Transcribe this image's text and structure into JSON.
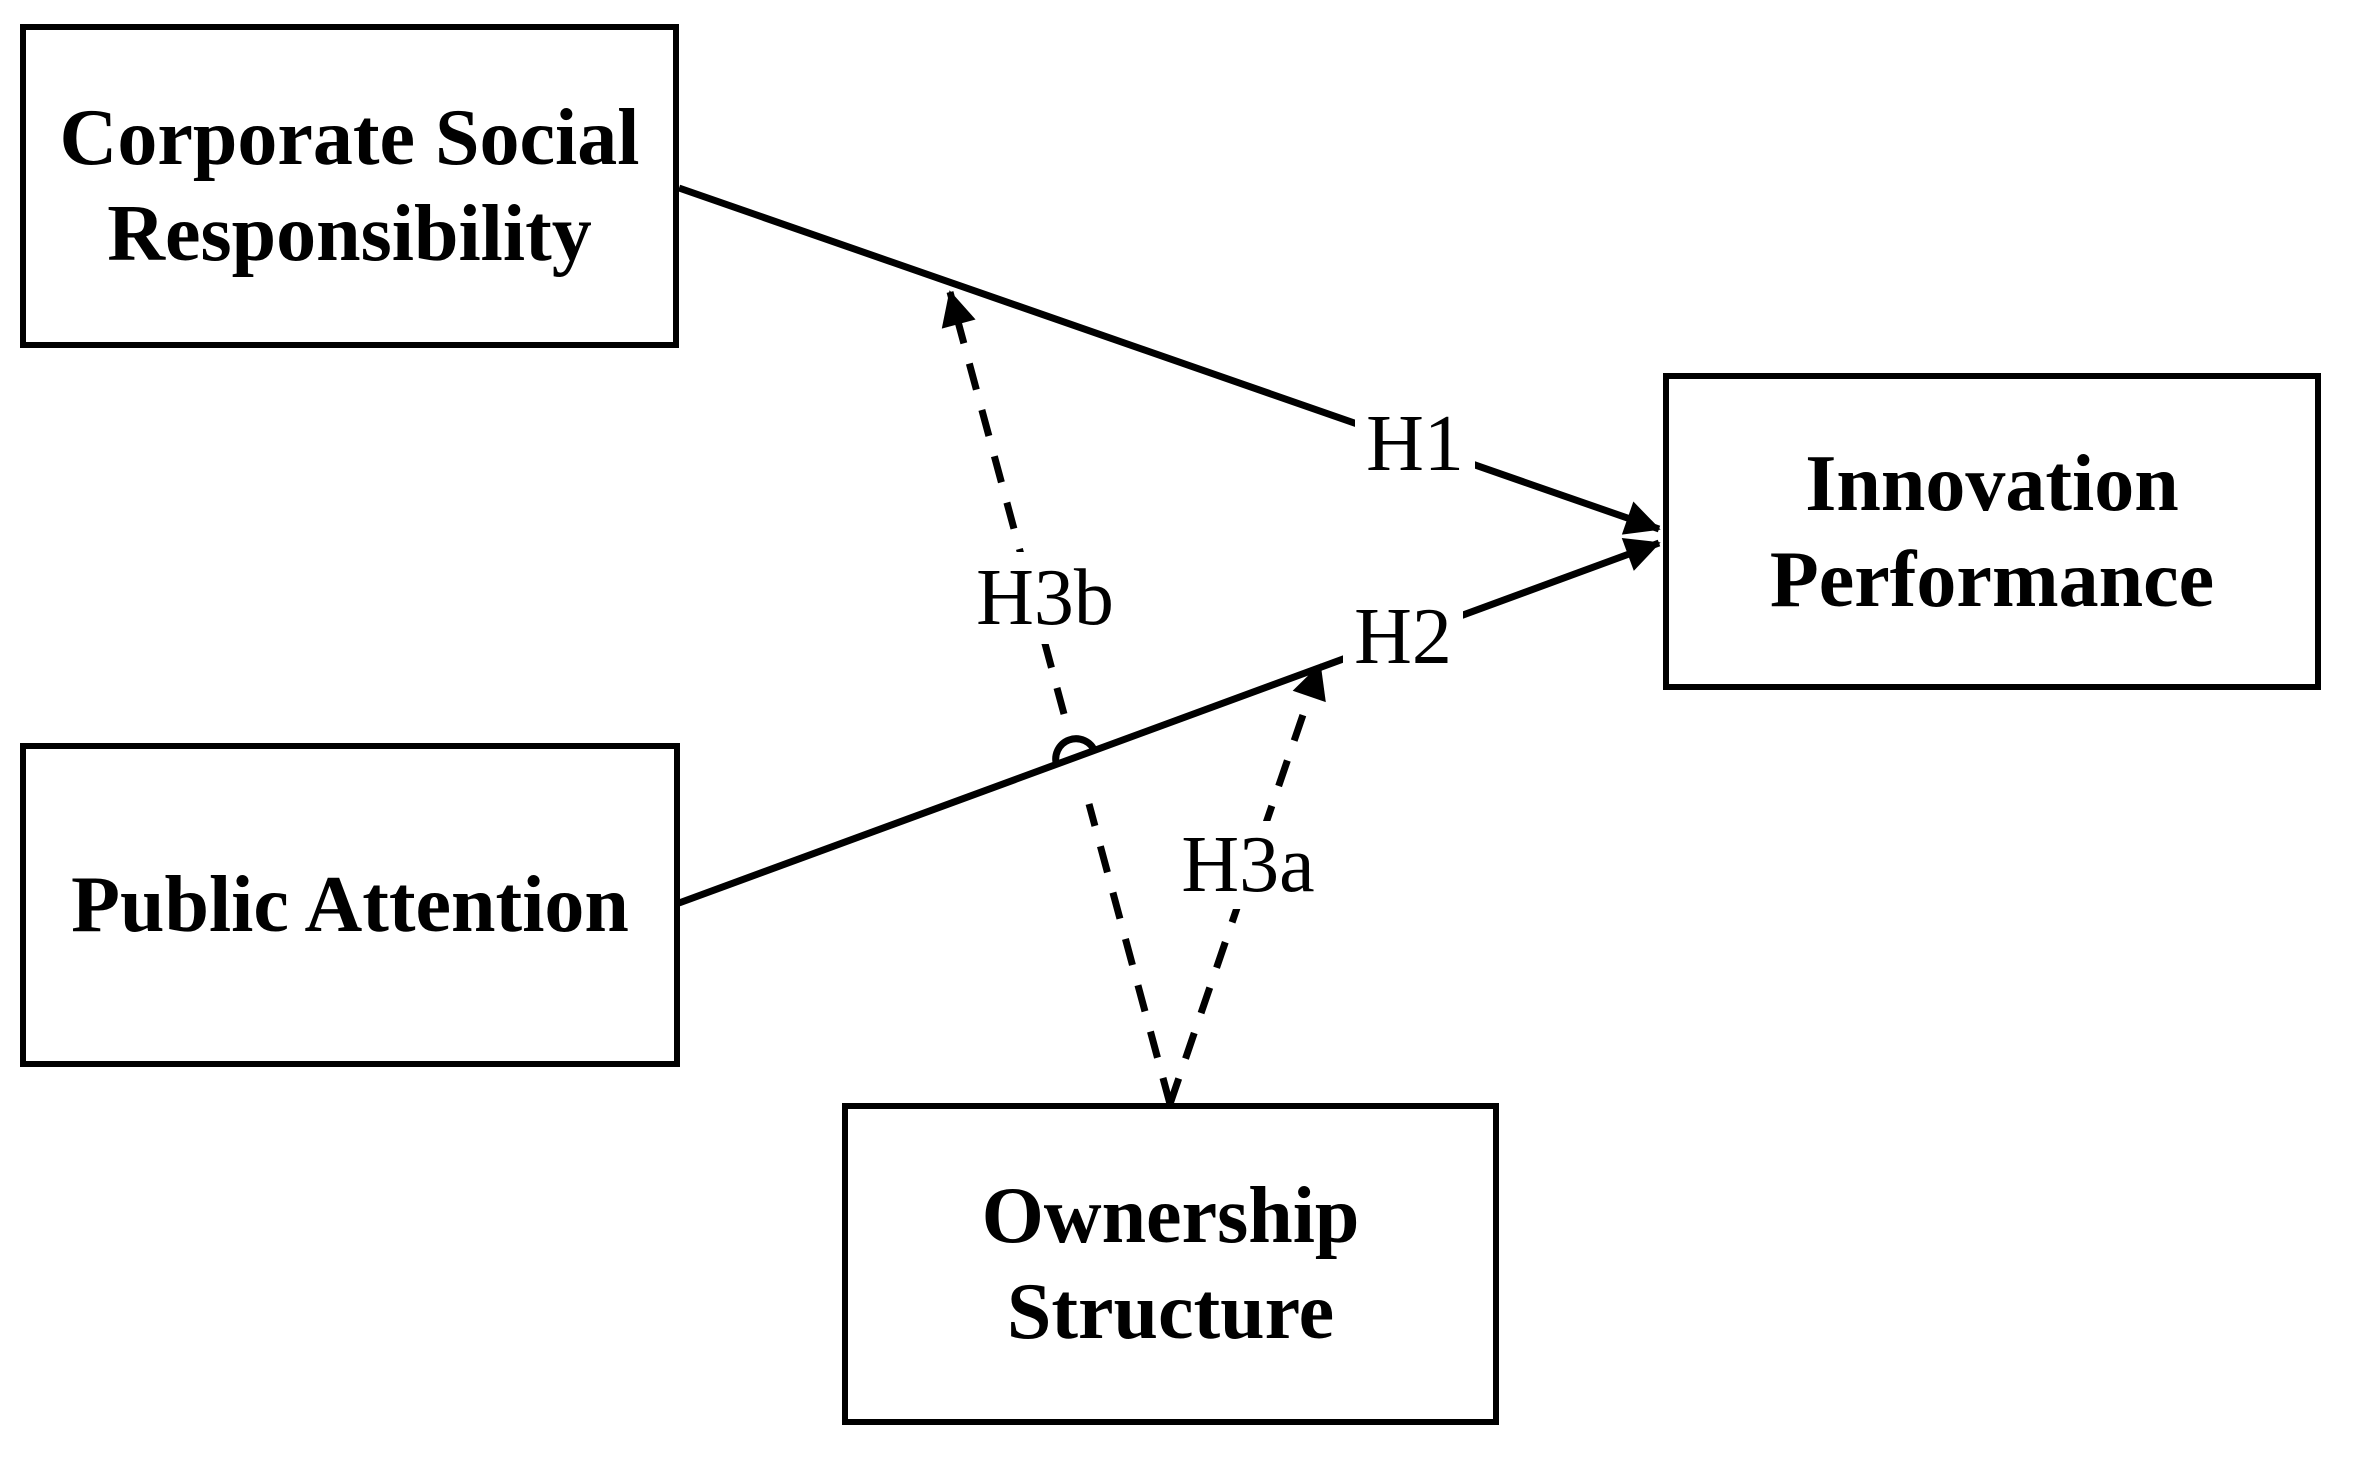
{
  "diagram": {
    "type": "hypothesis-model",
    "background_color": "#ffffff",
    "line_color": "#000000",
    "text_color": "#000000",
    "nodes": [
      {
        "id": "csr",
        "label": "Corporate Social Responsibility",
        "lines": [
          "Corporate Social",
          "Responsibility"
        ]
      },
      {
        "id": "pa",
        "label": "Public Attention",
        "lines": [
          "Public Attention"
        ]
      },
      {
        "id": "ip",
        "label": "Innovation Performance",
        "lines": [
          "Innovation",
          "Performance"
        ]
      },
      {
        "id": "os",
        "label": "Ownership Structure",
        "lines": [
          "Ownership",
          "Structure"
        ]
      }
    ],
    "edges": [
      {
        "id": "h1",
        "label": "H1",
        "from": "Corporate Social Responsibility",
        "to": "Innovation Performance",
        "style": "solid-arrow"
      },
      {
        "id": "h2",
        "label": "H2",
        "from": "Public Attention",
        "to": "Innovation Performance",
        "style": "solid-arrow"
      },
      {
        "id": "h3a",
        "label": "H3a",
        "from": "Ownership Structure",
        "to": "H2 path",
        "style": "dashed-arrow"
      },
      {
        "id": "h3b",
        "label": "H3b",
        "from": "Ownership Structure",
        "to": "H1 path",
        "style": "dashed-arrow"
      }
    ]
  }
}
